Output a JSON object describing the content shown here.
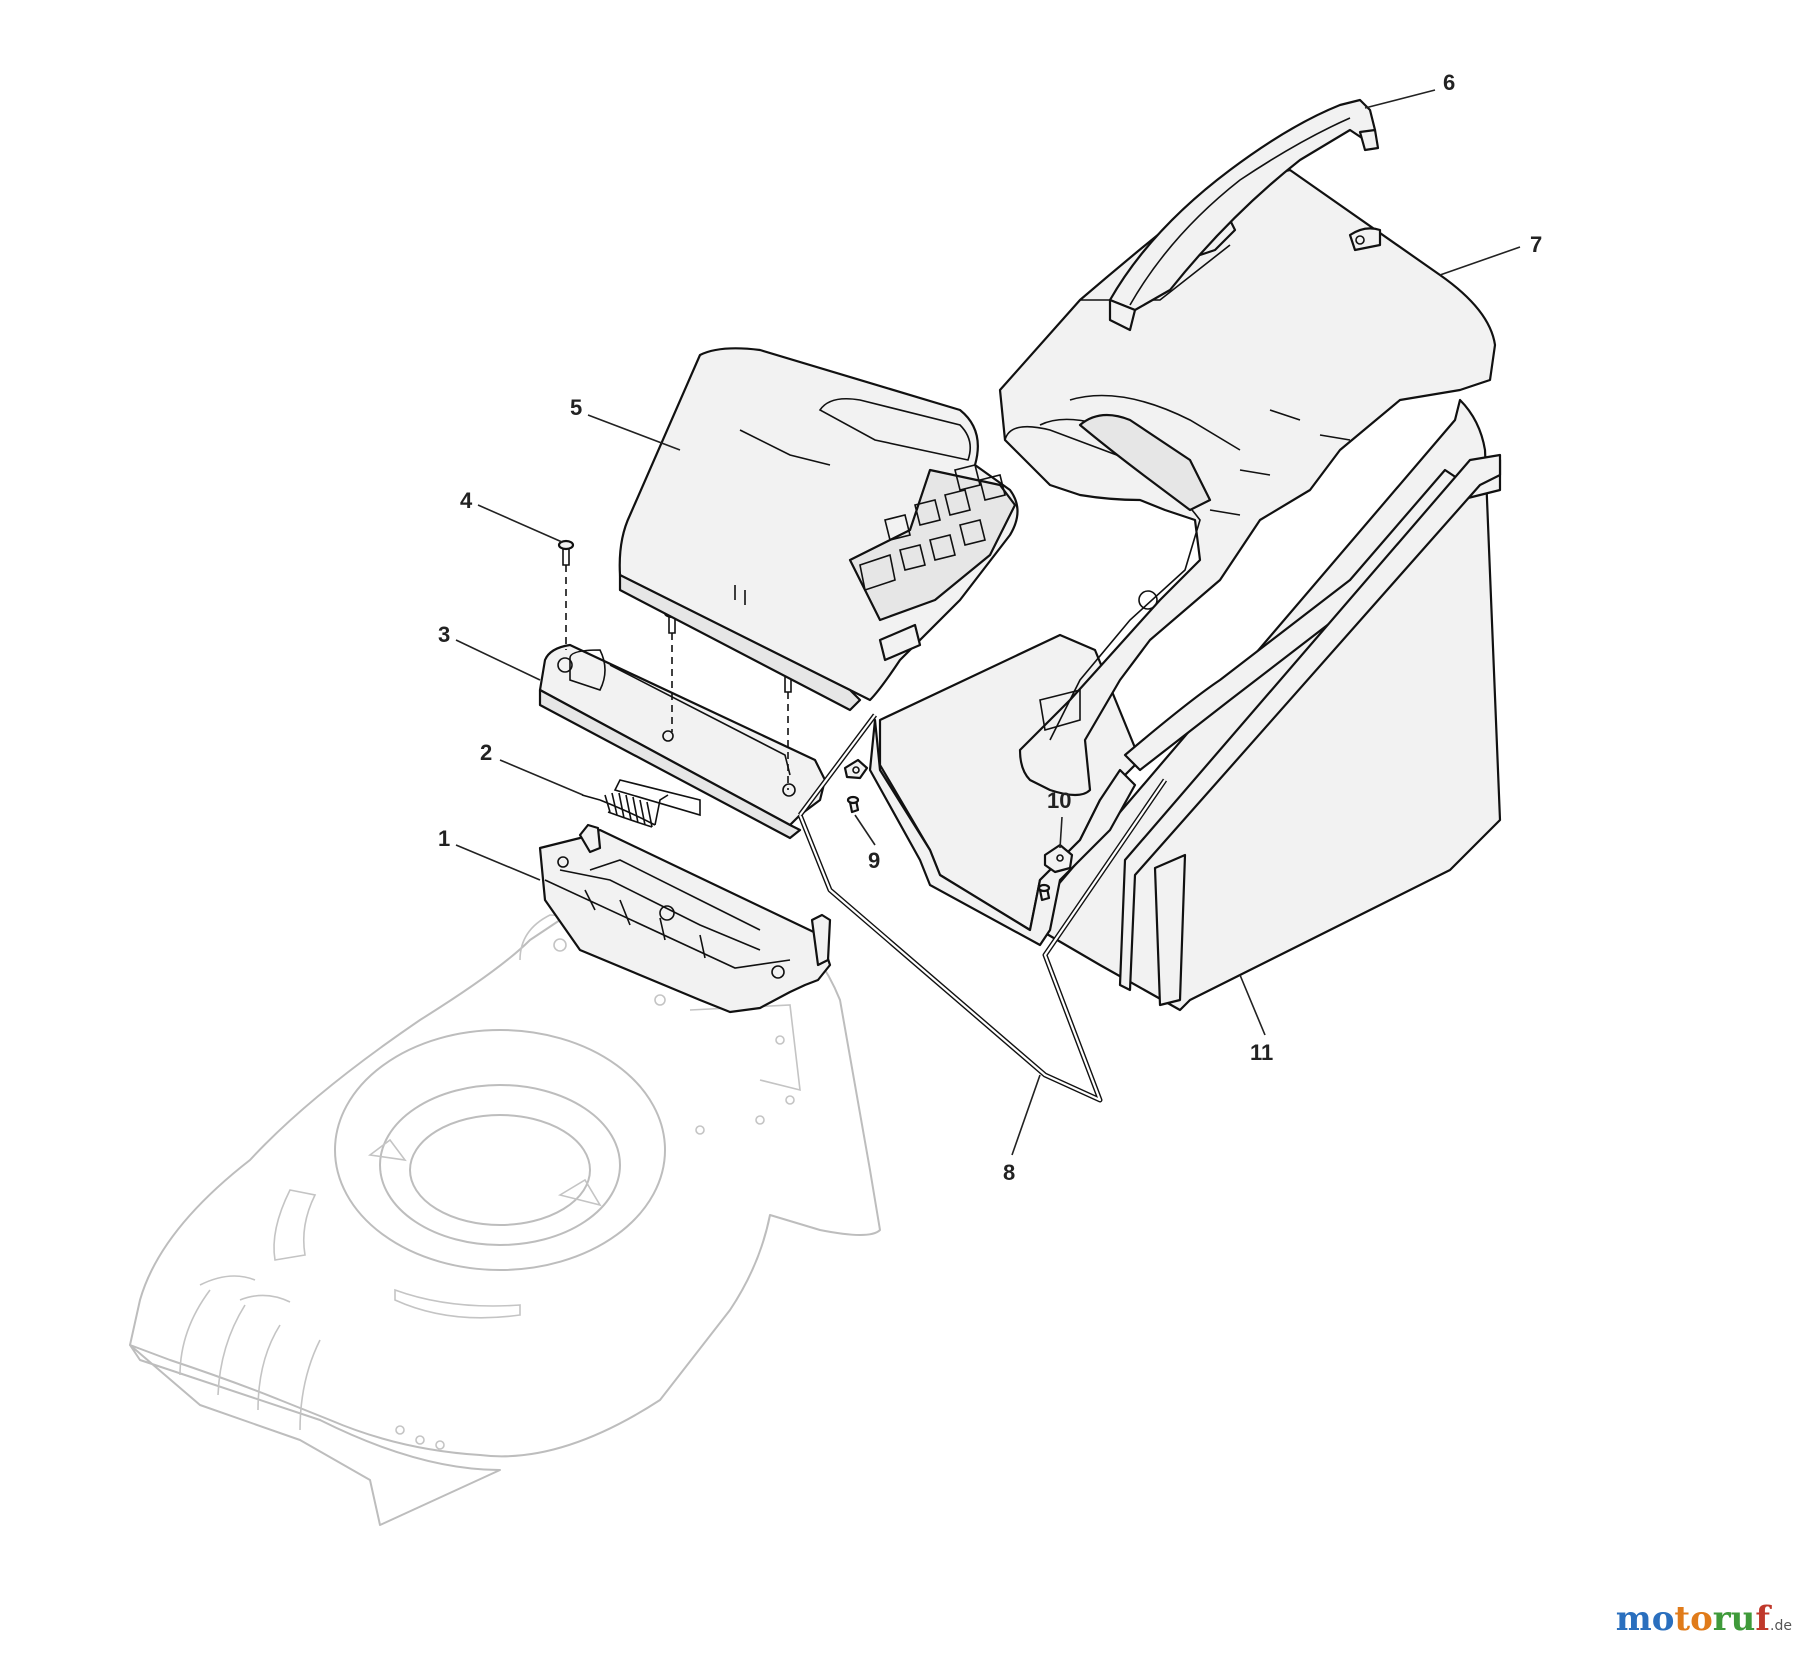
{
  "callouts": [
    {
      "id": "1",
      "label": "1"
    },
    {
      "id": "2",
      "label": "2"
    },
    {
      "id": "3",
      "label": "3"
    },
    {
      "id": "4",
      "label": "4"
    },
    {
      "id": "5",
      "label": "5"
    },
    {
      "id": "6",
      "label": "6"
    },
    {
      "id": "7",
      "label": "7"
    },
    {
      "id": "8",
      "label": "8"
    },
    {
      "id": "9",
      "label": "9"
    },
    {
      "id": "10",
      "label": "10"
    },
    {
      "id": "11",
      "label": "11"
    }
  ],
  "watermark": {
    "part1": "mo",
    "part2": "to",
    "part3": "ru",
    "part4": "f",
    "tld": ".de"
  }
}
